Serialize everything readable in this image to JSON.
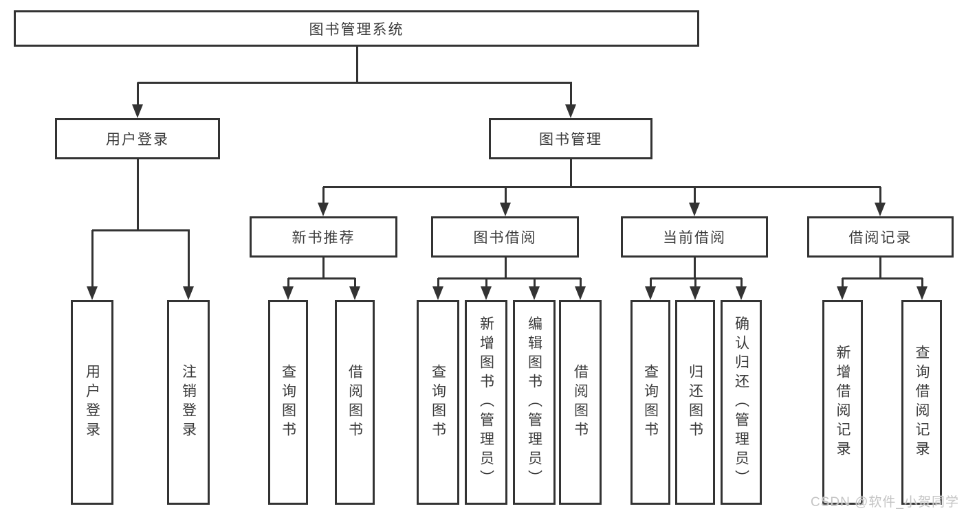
{
  "tree": {
    "root": {
      "label": "图书管理系统",
      "children": [
        {
          "label": "用户登录",
          "children": [
            {
              "label": "用户登录"
            },
            {
              "label": "注销登录"
            }
          ]
        },
        {
          "label": "图书管理",
          "children": [
            {
              "label": "新书推荐",
              "children": [
                {
                  "label": "查询图书"
                },
                {
                  "label": "借阅图书"
                }
              ]
            },
            {
              "label": "图书借阅",
              "children": [
                {
                  "label": "查询图书"
                },
                {
                  "label": "新增图书（管理员）"
                },
                {
                  "label": "编辑图书（管理员）"
                },
                {
                  "label": "借阅图书"
                }
              ]
            },
            {
              "label": "当前借阅",
              "children": [
                {
                  "label": "查询图书"
                },
                {
                  "label": "归还图书"
                },
                {
                  "label": "确认归还（管理员）"
                }
              ]
            },
            {
              "label": "借阅记录",
              "children": [
                {
                  "label": "新增借阅记录"
                },
                {
                  "label": "查询借阅记录"
                }
              ]
            }
          ]
        }
      ]
    }
  },
  "watermark": {
    "text": "CSDN @软件_小贺同学"
  },
  "colors": {
    "line": "#333333",
    "text": "#3a3a3a",
    "background": "#ffffff",
    "watermark": "#c4c4c4"
  }
}
